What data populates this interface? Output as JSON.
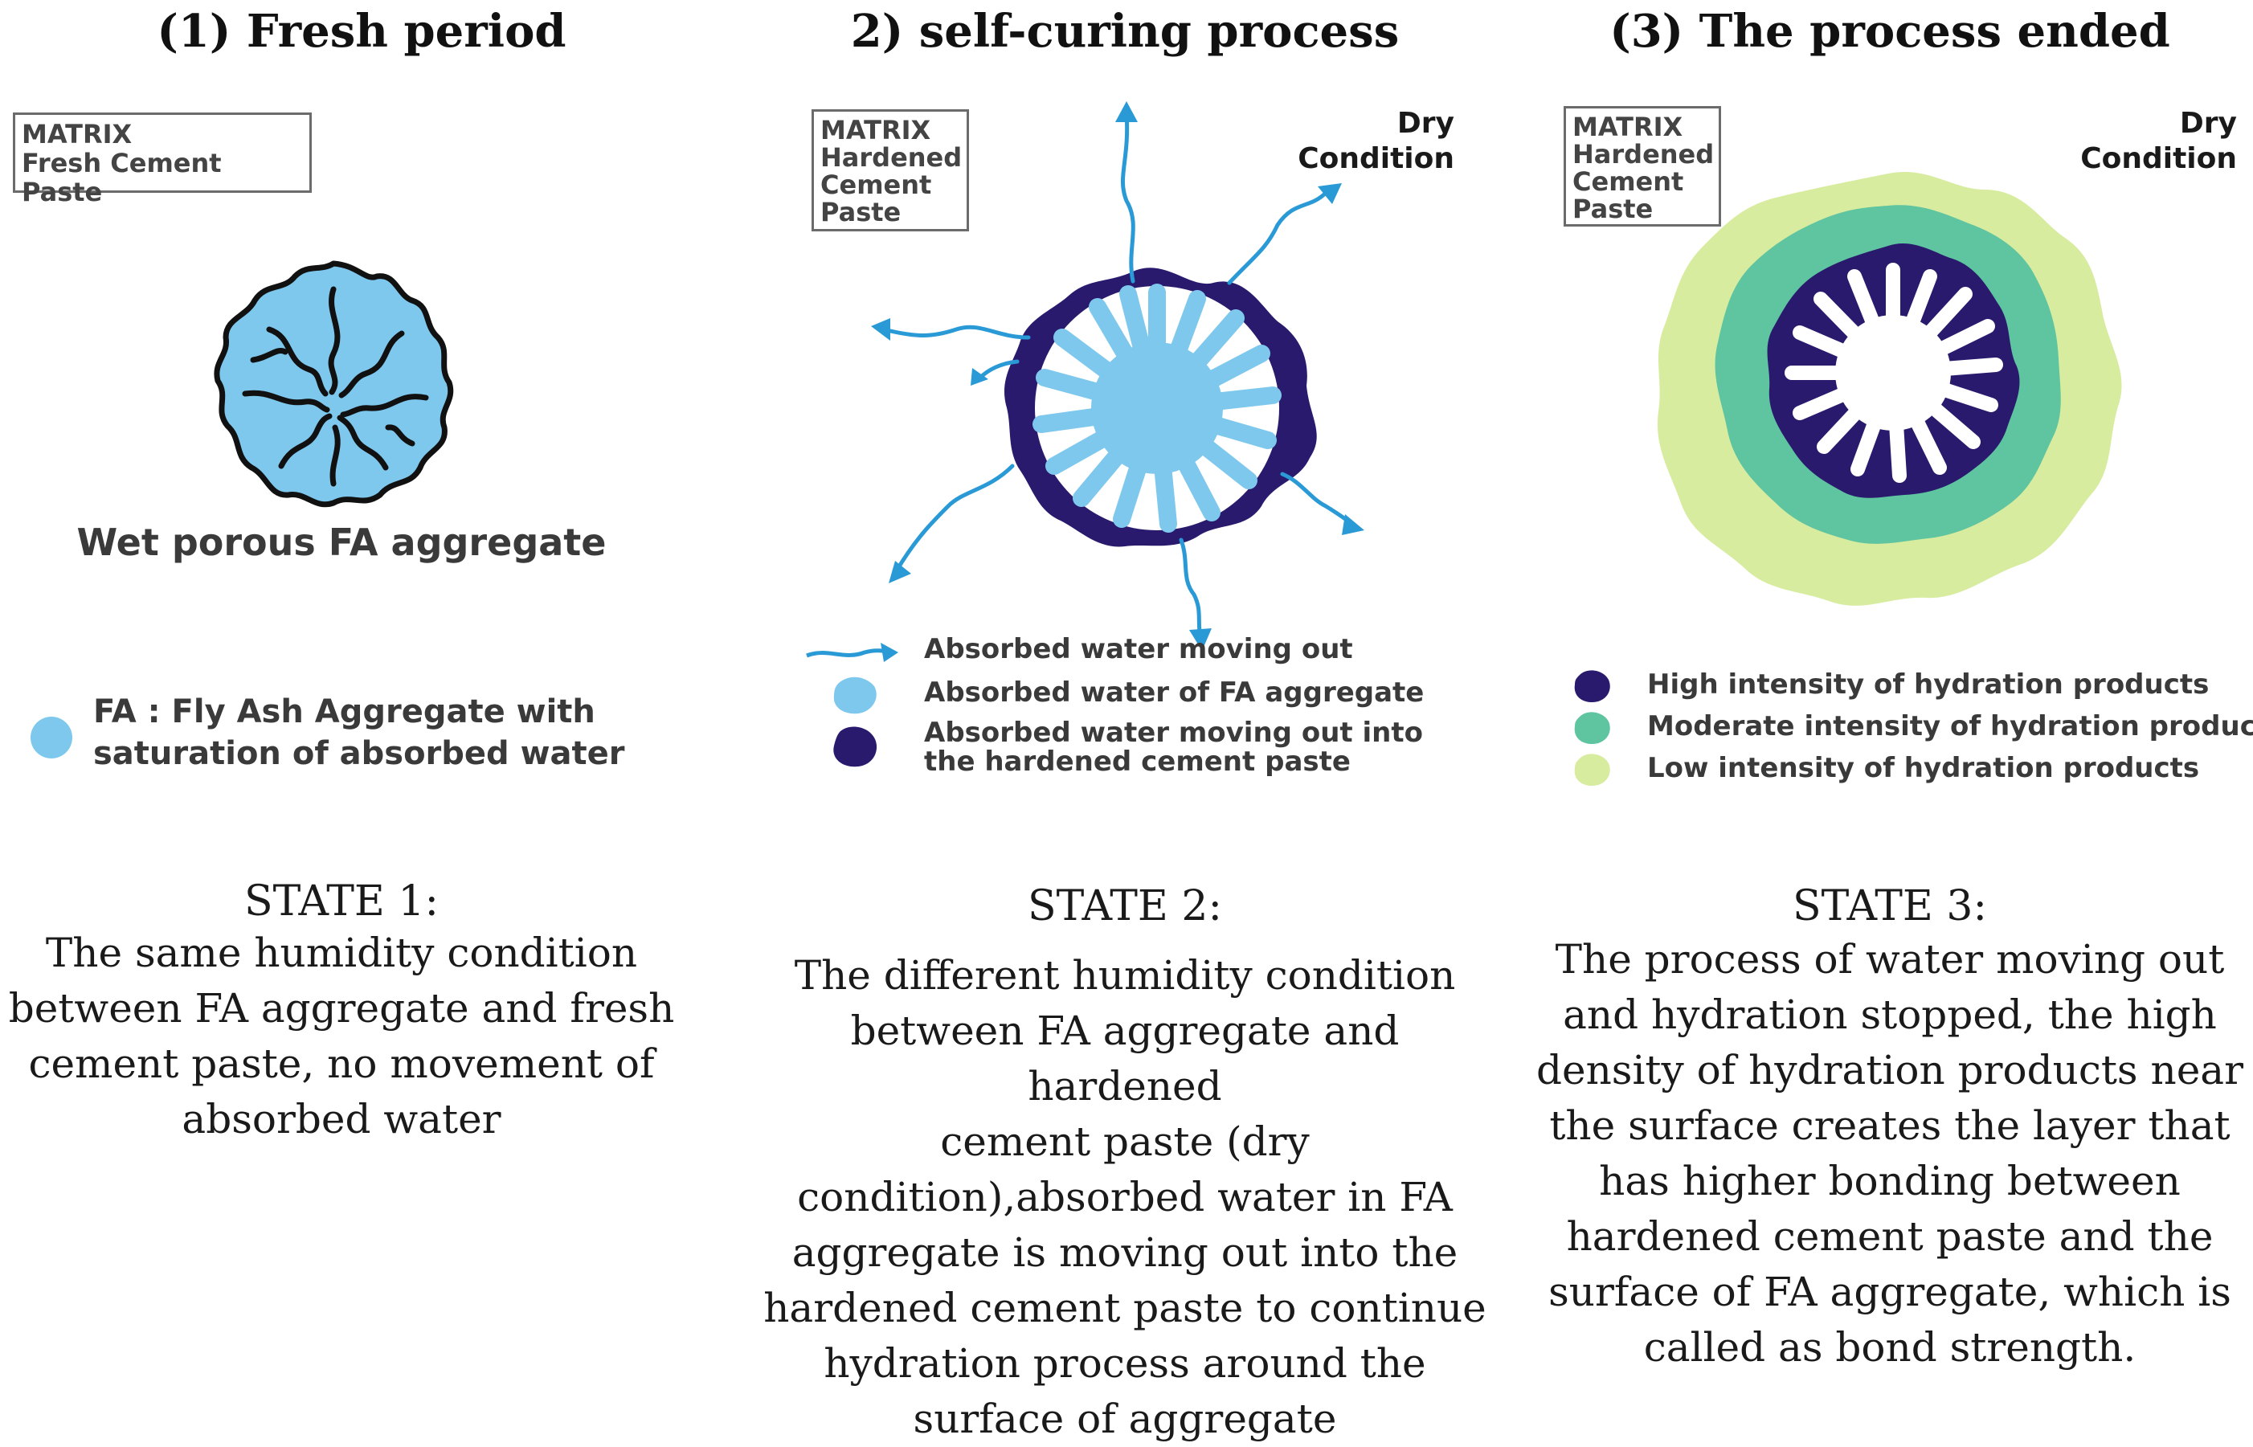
{
  "panels": [
    {
      "title": "(1) Fresh period",
      "matrix_lines": [
        "MATRIX",
        "Fresh Cement Paste"
      ],
      "aggregate_caption": "Wet porous FA aggregate",
      "legend": {
        "lines": [
          "FA : Fly Ash Aggregate with",
          "saturation of absorbed water"
        ],
        "color": "#7ec8ee"
      },
      "state_title": "STATE 1:",
      "state_lines": [
        "The same humidity condition",
        "between FA aggregate and fresh",
        "cement paste, no movement of",
        "absorbed water"
      ]
    },
    {
      "title": "2) self-curing process",
      "matrix_lines": [
        "MATRIX",
        "Hardened",
        "Cement",
        "Paste"
      ],
      "condition_lines": [
        "Dry",
        "Condition"
      ],
      "legend": [
        {
          "label": "Absorbed water moving out",
          "symbol": "arrow-icon"
        },
        {
          "label": "Absorbed water of FA aggregate",
          "symbol": "light-blue-blob",
          "color": "#7ec8ee"
        },
        {
          "label": [
            "Absorbed water moving out into",
            "the hardened cement paste"
          ],
          "symbol": "dark-navy-blob",
          "color": "#2a1a6e"
        }
      ],
      "state_title": "STATE  2:",
      "state_lines": [
        "The different humidity condition",
        "between FA aggregate and hardened",
        "cement  paste (dry",
        "condition),absorbed water in FA",
        "aggregate is moving out into the",
        "hardened cement  paste to continue",
        "hydration process  around the",
        "surface of aggregate"
      ]
    },
    {
      "title": "(3) The process ended",
      "matrix_lines": [
        "MATRIX",
        "Hardened",
        "Cement",
        "Paste"
      ],
      "condition_lines": [
        "Dry",
        "Condition"
      ],
      "legend": [
        {
          "label": "High intensity of hydration products",
          "color": "#2a1a6e"
        },
        {
          "label": "Moderate intensity of hydration products",
          "color": "#5fc4a0"
        },
        {
          "label": "Low intensity of hydration products",
          "color": "#d8eca0"
        }
      ],
      "state_title": "STATE 3:",
      "state_lines": [
        "The process of water moving out",
        "and hydration stopped, the high",
        "density of hydration products near",
        "the surface creates the layer that",
        "has higher bonding between",
        "hardened cement paste and the",
        "surface of FA aggregate, which is",
        "called as bond strength."
      ]
    }
  ],
  "colors": {
    "light_blue": "#7ec8ee",
    "navy": "#2a1a6e",
    "arrow_blue": "#2a9ad6",
    "outline": "#111111",
    "moderate_green": "#5fc4a0",
    "low_green": "#d8eca0"
  }
}
